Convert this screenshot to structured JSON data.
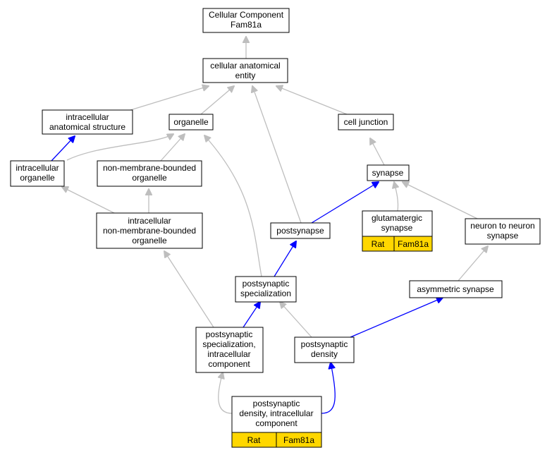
{
  "nodes": {
    "root": {
      "lines": [
        "Cellular Component",
        "Fam81a"
      ]
    },
    "cae": {
      "lines": [
        "cellular anatomical",
        "entity"
      ]
    },
    "ias": {
      "lines": [
        "intracellular",
        "anatomical structure"
      ]
    },
    "organelle": {
      "lines": [
        "organelle"
      ]
    },
    "celljunction": {
      "lines": [
        "cell junction"
      ]
    },
    "intraorg": {
      "lines": [
        "intracellular",
        "organelle"
      ]
    },
    "nmbo": {
      "lines": [
        "non-membrane-bounded",
        "organelle"
      ]
    },
    "synapse": {
      "lines": [
        "synapse"
      ]
    },
    "inmbo": {
      "lines": [
        "intracellular",
        "non-membrane-bounded",
        "organelle"
      ]
    },
    "postsynapse": {
      "lines": [
        "postsynapse"
      ]
    },
    "glut": {
      "lines": [
        "glutamatergic",
        "synapse"
      ],
      "annotation": [
        "Rat",
        "Fam81a"
      ]
    },
    "n2n": {
      "lines": [
        "neuron to neuron",
        "synapse"
      ]
    },
    "pss": {
      "lines": [
        "postsynaptic",
        "specialization"
      ]
    },
    "asym": {
      "lines": [
        "asymmetric synapse"
      ]
    },
    "pssic": {
      "lines": [
        "postsynaptic",
        "specialization,",
        "intracellular",
        "component"
      ]
    },
    "psd": {
      "lines": [
        "postsynaptic",
        "density"
      ]
    },
    "psdic": {
      "lines": [
        "postsynaptic",
        "density, intracellular",
        "component"
      ],
      "annotation": [
        "Rat",
        "Fam81a"
      ]
    }
  },
  "colors": {
    "is_a_edge": "#bebebe",
    "part_of_edge": "#0000ff",
    "annotation_fill": "#ffd700"
  }
}
